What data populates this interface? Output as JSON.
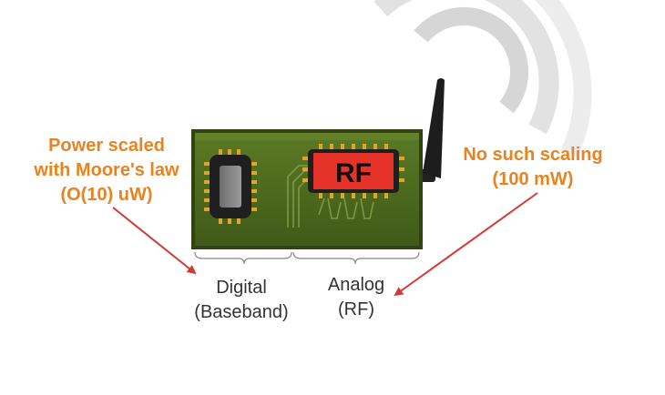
{
  "chip_label": "RF",
  "callouts": {
    "left": {
      "lines": [
        "Power scaled",
        "with Moore's law",
        "(O(10) uW)"
      ]
    },
    "right": {
      "lines": [
        "No such scaling",
        "(100 mW)"
      ]
    }
  },
  "sections": {
    "digital": {
      "lines": [
        "Digital",
        "(Baseband)"
      ]
    },
    "analog": {
      "lines": [
        "Analog",
        "(RF)"
      ]
    }
  },
  "colors": {
    "callout_text": "#e8831f",
    "arrow": "#d23a33",
    "board": "#4d6a1f",
    "rf_chip": "#e6332a",
    "signal_waves": "#c8c8c8"
  }
}
